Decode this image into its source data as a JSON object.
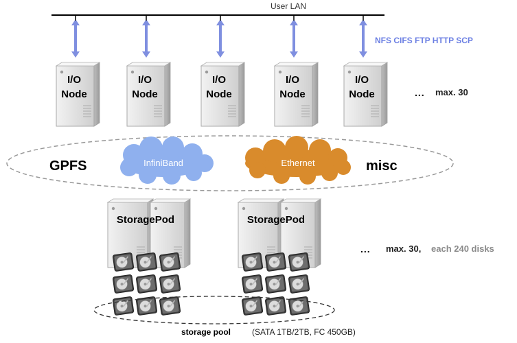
{
  "lan": {
    "label": "User LAN"
  },
  "protocols": {
    "label": "NFS CIFS FTP HTTP SCP"
  },
  "io_nodes": [
    {
      "label_line1": "I/O",
      "label_line2": "Node"
    },
    {
      "label_line1": "I/O",
      "label_line2": "Node"
    },
    {
      "label_line1": "I/O",
      "label_line2": "Node"
    },
    {
      "label_line1": "I/O",
      "label_line2": "Node"
    },
    {
      "label_line1": "I/O",
      "label_line2": "Node"
    }
  ],
  "io_max": {
    "dots": "...",
    "label": "max. 30"
  },
  "network": {
    "gpfs_label": "GPFS",
    "misc_label": "misc",
    "infiniband_label": "InfiniBand",
    "ethernet_label": "Ethernet"
  },
  "storage_pods": [
    {
      "label": "StoragePod"
    },
    {
      "label": "StoragePod"
    }
  ],
  "storage_max": {
    "dots": "...",
    "label": "max. 30,",
    "detail": "each 240 disks"
  },
  "storage_pool": {
    "label": "storage pool",
    "detail": "(SATA 1TB/2TB, FC 450GB)"
  },
  "colors": {
    "arrow": "#7f8fe0",
    "protocol_text": "#6b7fe3",
    "infiniband_cloud": "#8fb0ee",
    "ethernet_cloud": "#d98b2c",
    "gray_text": "#8a8a8a",
    "server_body": "#e4e4e4"
  }
}
